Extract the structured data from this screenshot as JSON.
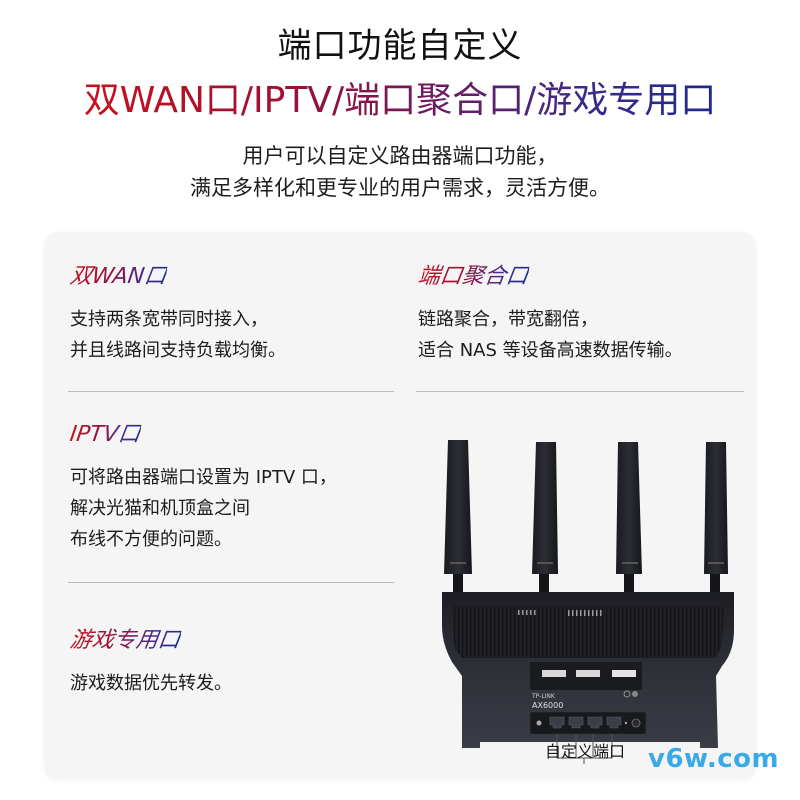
{
  "header": {
    "title": "端口功能自定义",
    "subtitle": "双WAN口/IPTV/端口聚合口/游戏专用口",
    "description": [
      "用户可以自定义路由器端口功能，",
      "满足多样化和更专业的用户需求，灵活方便。"
    ]
  },
  "features": [
    {
      "title": "双WAN口",
      "lines": [
        "支持两条宽带同时接入，",
        "并且线路间支持负载均衡。"
      ]
    },
    {
      "title": "端口聚合口",
      "lines": [
        "链路聚合，带宽翻倍，",
        "适合 NAS 等设备高速数据传输。"
      ]
    },
    {
      "title": "IPTV口",
      "lines": [
        "可将路由器端口设置为 IPTV 口，",
        "解决光猫和机顶盒之间",
        "布线不方便的问题。"
      ]
    },
    {
      "title": "游戏专用口",
      "lines": [
        "游戏数据优先转发。"
      ]
    }
  ],
  "router": {
    "brand": "TP-LINK",
    "model": "AX6000",
    "antenna_count": 4,
    "lan_port_count": 4,
    "port_caption": "自定义端口"
  },
  "watermark": "v6w.com",
  "colors": {
    "gradient_start": "#c8111d",
    "gradient_mid": "#6e1a5e",
    "gradient_end": "#1d2a8c",
    "card_bg": "#f5f5f6",
    "watermark": "#3aa9ea"
  }
}
